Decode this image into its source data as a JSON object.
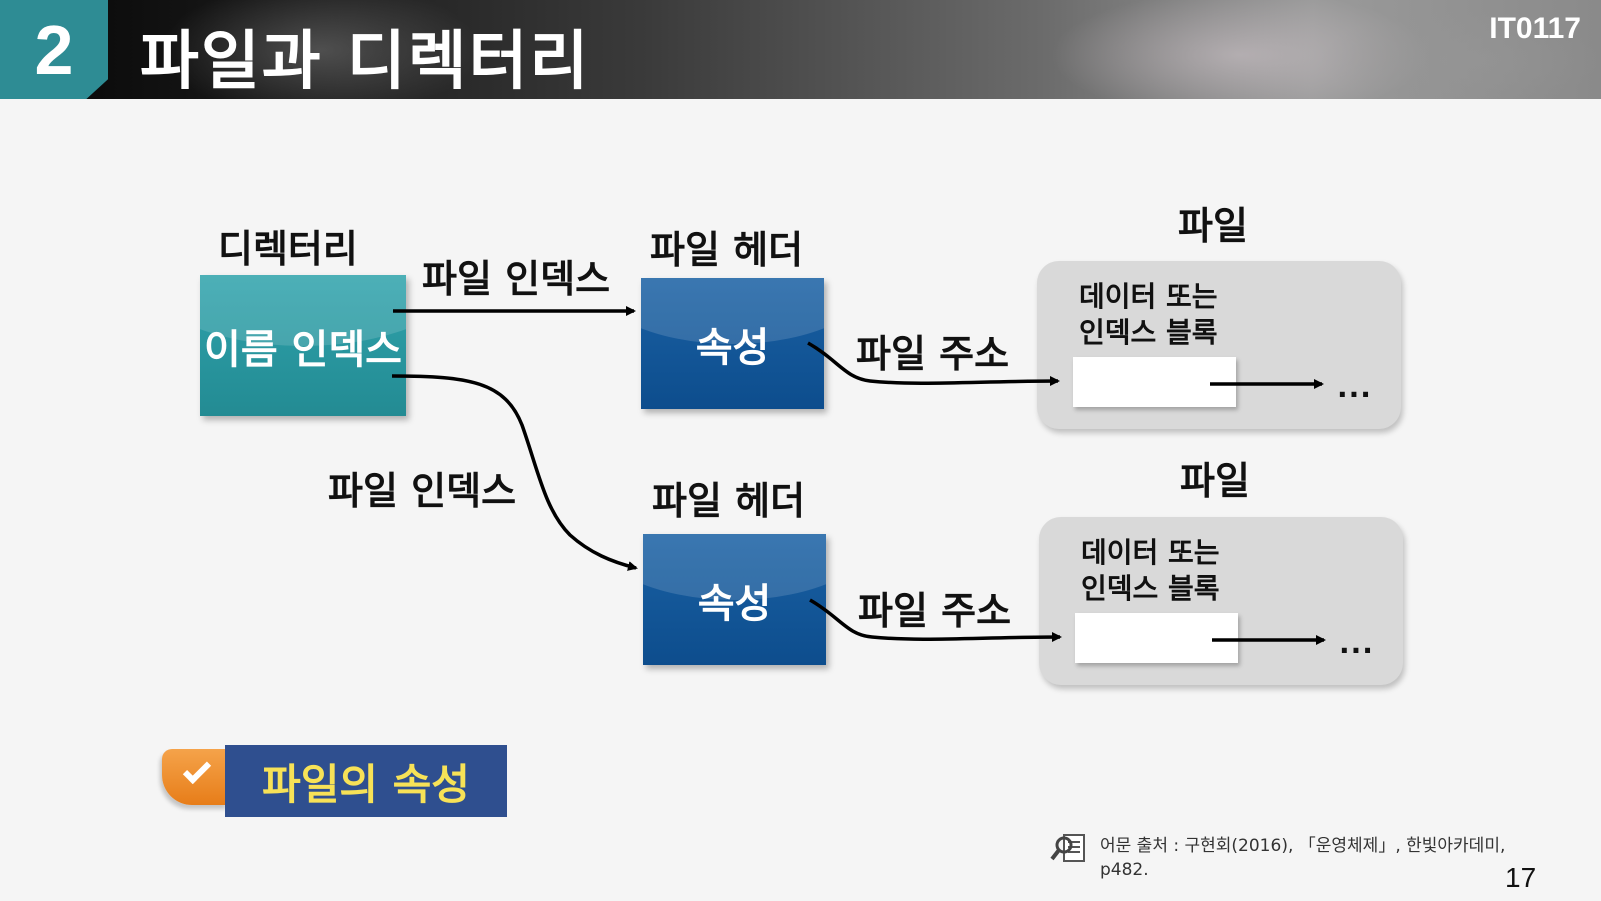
{
  "header": {
    "chapter_number": "2",
    "title": "파일과 디렉터리",
    "course_code": "IT0117"
  },
  "diagram": {
    "directory_label": "디렉터리",
    "directory_box": "이름 인덱스",
    "index_label_top": "파일 인덱스",
    "index_label_bottom": "파일 인덱스",
    "header_label_top": "파일 헤더",
    "header_label_bottom": "파일 헤더",
    "attr_box_top": "속성",
    "attr_box_bottom": "속성",
    "address_label_top": "파일 주소",
    "address_label_bottom": "파일 주소",
    "file_label_top": "파일",
    "file_label_bottom": "파일",
    "file_desc_top_line1": "데이터 또는",
    "file_desc_top_line2": "인덱스 블록",
    "file_desc_bottom_line1": "데이터 또는",
    "file_desc_bottom_line2": "인덱스 블록",
    "ellipsis_top": "...",
    "ellipsis_bottom": "..."
  },
  "badge": {
    "text": "파일의 속성"
  },
  "footer": {
    "source_line1": "어문 출처 : 구현회(2016), 「운영체제」, 한빛아카데미,",
    "source_line2": "p482.",
    "page_number": "17"
  },
  "colors": {
    "teal": "#2e8c94",
    "blue": "#0d4d8d",
    "badge_navy": "#2f4f8f",
    "badge_text": "#f7e257",
    "badge_tab": "#e77d19"
  }
}
